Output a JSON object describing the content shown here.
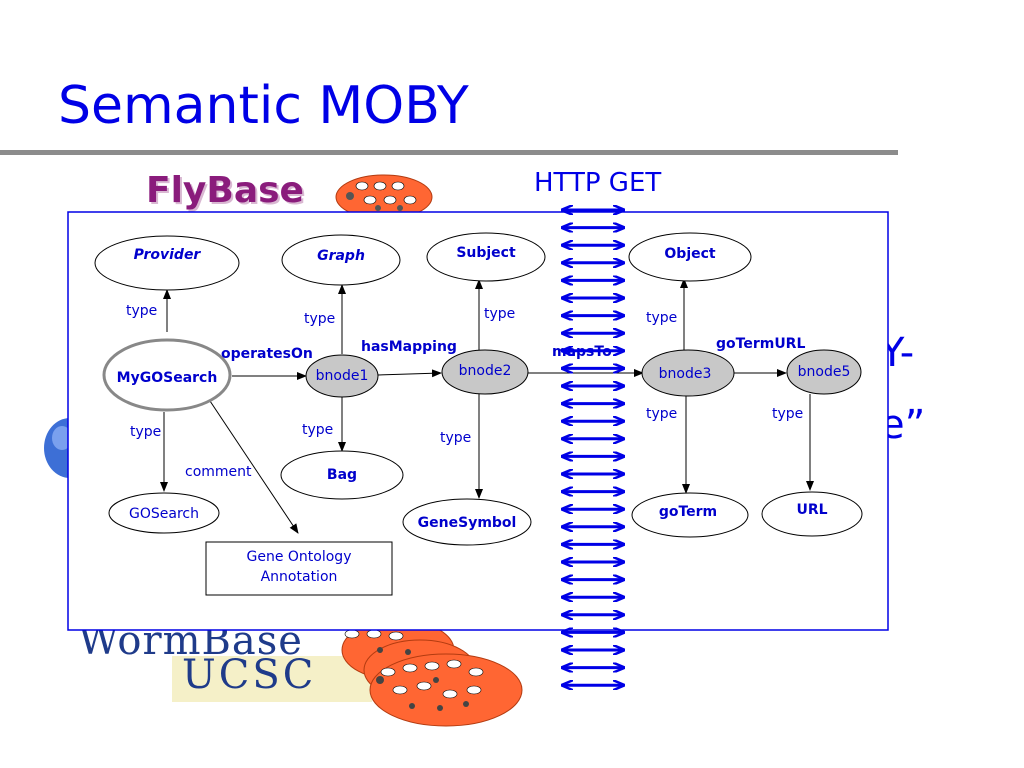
{
  "slide": {
    "title": "Semantic MOBY",
    "http_label": "HTTP GET",
    "behind_line1": "Y-",
    "behind_line2": "e”"
  },
  "logos": {
    "flybase": "FlyBase",
    "wormbase": "WormBase",
    "ucsc": "UCSC"
  },
  "colors": {
    "title_blue": "#0000e6",
    "node_gray": "#c8c8c8",
    "cloud_orange": "#ff6633",
    "rule_gray": "#8c8c8c"
  },
  "graph": {
    "nodes": {
      "provider": "Provider",
      "graph": "Graph",
      "subject": "Subject",
      "object": "Object",
      "mygosearch": "MyGOSearch",
      "bnode1": "bnode1",
      "bnode2": "bnode2",
      "bnode3": "bnode3",
      "bnode5": "bnode5",
      "bag": "Bag",
      "gosearch": "GOSearch",
      "genesymbol": "GeneSymbol",
      "goterm": "goTerm",
      "url": "URL",
      "annotation_line1": "Gene Ontology",
      "annotation_line2": "Annotation"
    },
    "edges": {
      "type_provider": "type",
      "type_gosearch": "type",
      "type_graph": "type",
      "type_bag": "type",
      "type_subject": "type",
      "type_genesymbol": "type",
      "type_object": "type",
      "type_goterm": "type",
      "type_url": "type",
      "operates_on": "operatesOn",
      "has_mapping": "hasMapping",
      "maps_to": "mapsTo",
      "go_term_url": "goTermURL",
      "comment": "comment"
    }
  }
}
